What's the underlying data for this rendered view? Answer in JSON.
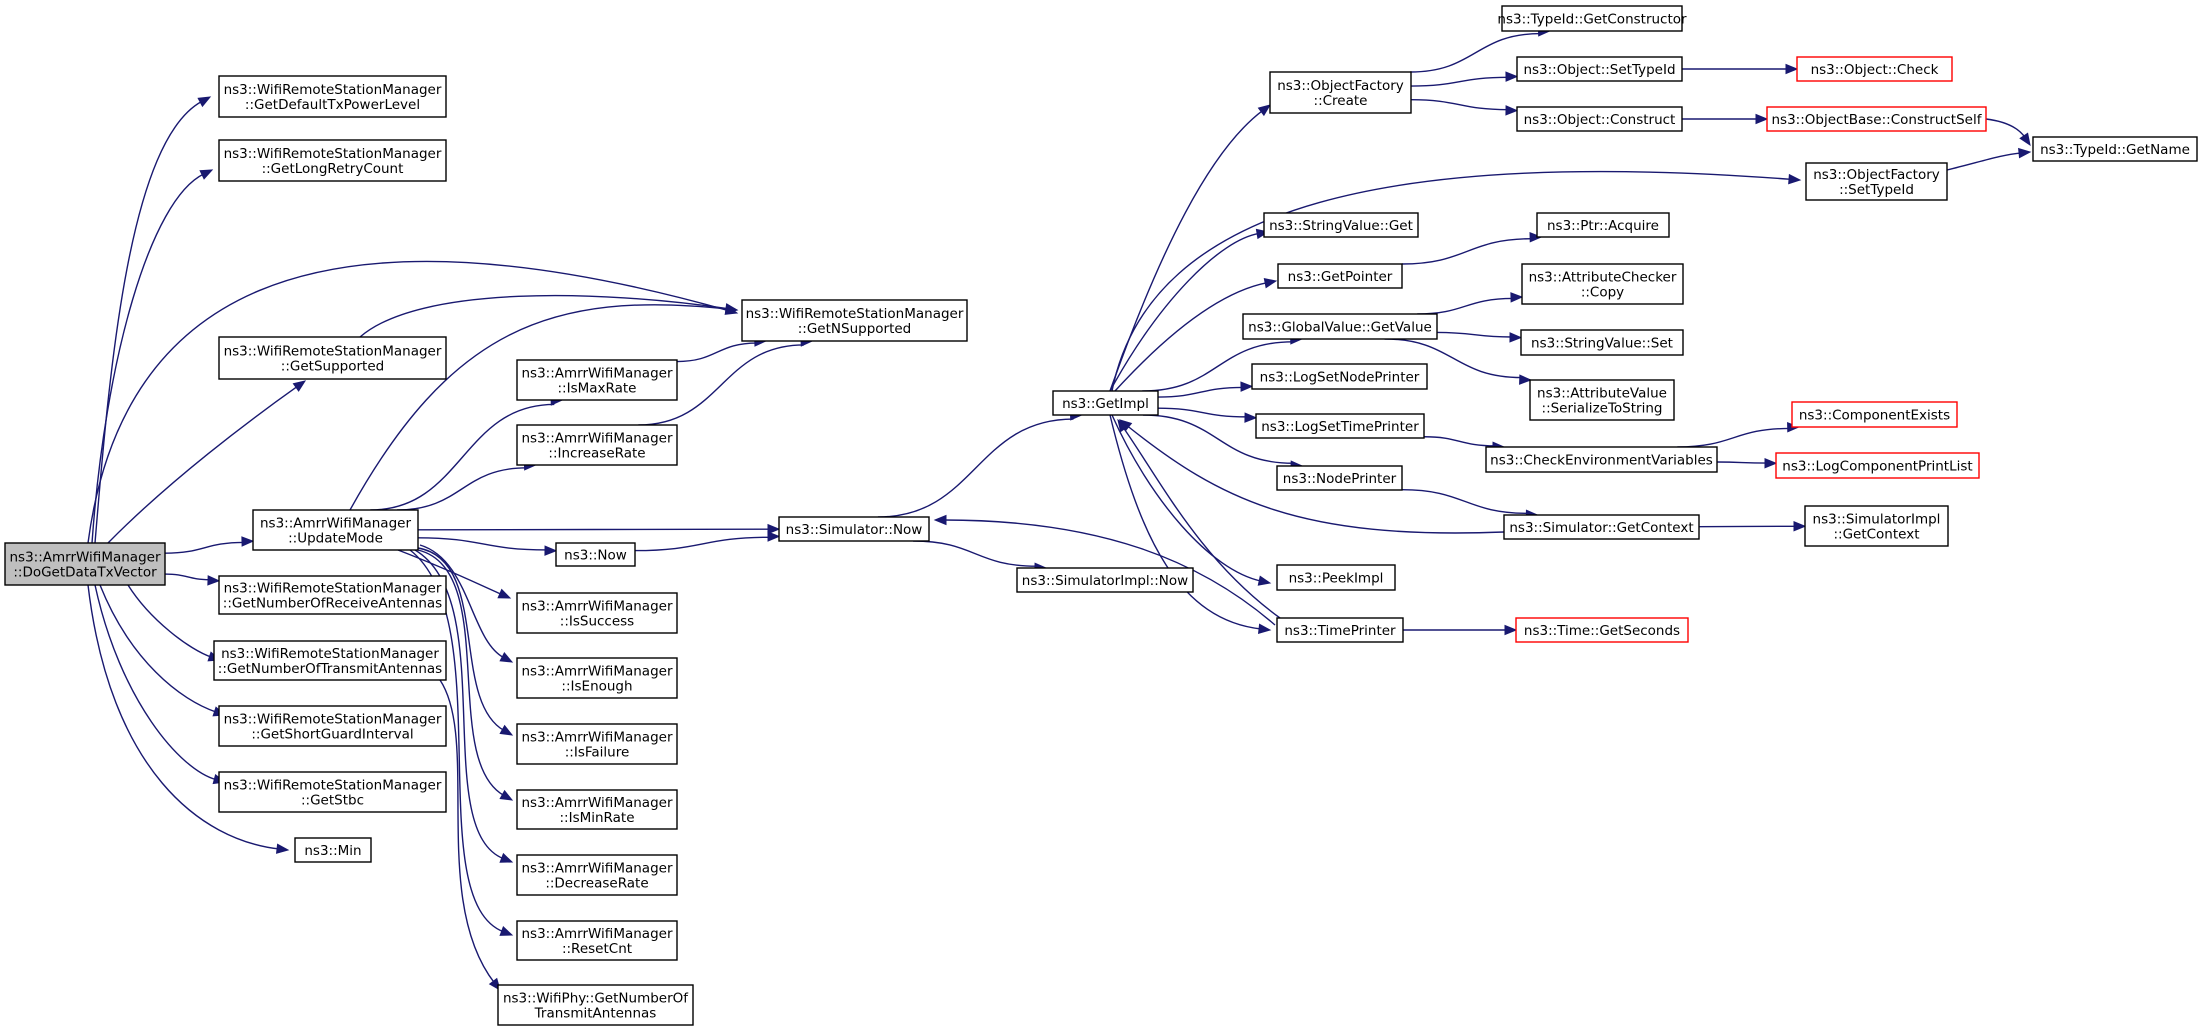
{
  "colors": {
    "edge": "#191970",
    "node_border": "#000000",
    "external_border": "#ff0000",
    "root_fill": "#bfbfbf",
    "node_fill": "#ffffff"
  },
  "nodes": [
    {
      "id": "root",
      "lines": [
        "ns3::AmrrWifiManager",
        "::DoGetDataTxVector"
      ],
      "kind": "root"
    },
    {
      "id": "getDefaultTxPowerLevel",
      "lines": [
        "ns3::WifiRemoteStationManager",
        "::GetDefaultTxPowerLevel"
      ],
      "kind": "normal"
    },
    {
      "id": "getLongRetryCount",
      "lines": [
        "ns3::WifiRemoteStationManager",
        "::GetLongRetryCount"
      ],
      "kind": "normal"
    },
    {
      "id": "getSupported",
      "lines": [
        "ns3::WifiRemoteStationManager",
        "::GetSupported"
      ],
      "kind": "normal"
    },
    {
      "id": "getNSupported",
      "lines": [
        "ns3::WifiRemoteStationManager",
        "::GetNSupported"
      ],
      "kind": "normal"
    },
    {
      "id": "updateMode",
      "lines": [
        "ns3::AmrrWifiManager",
        "::UpdateMode"
      ],
      "kind": "normal"
    },
    {
      "id": "isMaxRate",
      "lines": [
        "ns3::AmrrWifiManager",
        "::IsMaxRate"
      ],
      "kind": "normal"
    },
    {
      "id": "increaseRate",
      "lines": [
        "ns3::AmrrWifiManager",
        "::IncreaseRate"
      ],
      "kind": "normal"
    },
    {
      "id": "now",
      "lines": [
        "ns3::Now"
      ],
      "kind": "normal"
    },
    {
      "id": "simNow",
      "lines": [
        "ns3::Simulator::Now"
      ],
      "kind": "normal"
    },
    {
      "id": "simImplNow",
      "lines": [
        "ns3::SimulatorImpl::Now"
      ],
      "kind": "normal"
    },
    {
      "id": "getNumRx",
      "lines": [
        "ns3::WifiRemoteStationManager",
        "::GetNumberOfReceiveAntennas"
      ],
      "kind": "normal"
    },
    {
      "id": "getNumTx",
      "lines": [
        "ns3::WifiRemoteStationManager",
        "::GetNumberOfTransmitAntennas"
      ],
      "kind": "normal"
    },
    {
      "id": "getShortGI",
      "lines": [
        "ns3::WifiRemoteStationManager",
        "::GetShortGuardInterval"
      ],
      "kind": "normal"
    },
    {
      "id": "getStbc",
      "lines": [
        "ns3::WifiRemoteStationManager",
        "::GetStbc"
      ],
      "kind": "normal"
    },
    {
      "id": "min",
      "lines": [
        "ns3::Min"
      ],
      "kind": "normal"
    },
    {
      "id": "isSuccess",
      "lines": [
        "ns3::AmrrWifiManager",
        "::IsSuccess"
      ],
      "kind": "normal"
    },
    {
      "id": "isEnough",
      "lines": [
        "ns3::AmrrWifiManager",
        "::IsEnough"
      ],
      "kind": "normal"
    },
    {
      "id": "isFailure",
      "lines": [
        "ns3::AmrrWifiManager",
        "::IsFailure"
      ],
      "kind": "normal"
    },
    {
      "id": "isMinRate",
      "lines": [
        "ns3::AmrrWifiManager",
        "::IsMinRate"
      ],
      "kind": "normal"
    },
    {
      "id": "decreaseRate",
      "lines": [
        "ns3::AmrrWifiManager",
        "::DecreaseRate"
      ],
      "kind": "normal"
    },
    {
      "id": "resetCnt",
      "lines": [
        "ns3::AmrrWifiManager",
        "::ResetCnt"
      ],
      "kind": "normal"
    },
    {
      "id": "phyNumTx",
      "lines": [
        "ns3::WifiPhy::GetNumberOf",
        "TransmitAntennas"
      ],
      "kind": "normal"
    },
    {
      "id": "getImpl",
      "lines": [
        "ns3::GetImpl"
      ],
      "kind": "normal"
    },
    {
      "id": "ofCreate",
      "lines": [
        "ns3::ObjectFactory",
        "::Create"
      ],
      "kind": "normal"
    },
    {
      "id": "typeIdGetCtor",
      "lines": [
        "ns3::TypeId::GetConstructor"
      ],
      "kind": "normal"
    },
    {
      "id": "objSetTypeId",
      "lines": [
        "ns3::Object::SetTypeId"
      ],
      "kind": "normal"
    },
    {
      "id": "objCheck",
      "lines": [
        "ns3::Object::Check"
      ],
      "kind": "external"
    },
    {
      "id": "objConstruct",
      "lines": [
        "ns3::Object::Construct"
      ],
      "kind": "normal"
    },
    {
      "id": "objBaseConstructSelf",
      "lines": [
        "ns3::ObjectBase::ConstructSelf"
      ],
      "kind": "external"
    },
    {
      "id": "typeIdGetName",
      "lines": [
        "ns3::TypeId::GetName"
      ],
      "kind": "normal"
    },
    {
      "id": "ofSetTypeId",
      "lines": [
        "ns3::ObjectFactory",
        "::SetTypeId"
      ],
      "kind": "normal"
    },
    {
      "id": "stringValueGet",
      "lines": [
        "ns3::StringValue::Get"
      ],
      "kind": "normal"
    },
    {
      "id": "ptrAcquire",
      "lines": [
        "ns3::Ptr::Acquire"
      ],
      "kind": "normal"
    },
    {
      "id": "getPointer",
      "lines": [
        "ns3::GetPointer"
      ],
      "kind": "normal"
    },
    {
      "id": "attrCheckerCopy",
      "lines": [
        "ns3::AttributeChecker",
        "::Copy"
      ],
      "kind": "normal"
    },
    {
      "id": "globalValueGetValue",
      "lines": [
        "ns3::GlobalValue::GetValue"
      ],
      "kind": "normal"
    },
    {
      "id": "stringValueSet",
      "lines": [
        "ns3::StringValue::Set"
      ],
      "kind": "normal"
    },
    {
      "id": "logSetNodePrinter",
      "lines": [
        "ns3::LogSetNodePrinter"
      ],
      "kind": "normal"
    },
    {
      "id": "attrValueSerialize",
      "lines": [
        "ns3::AttributeValue",
        "::SerializeToString"
      ],
      "kind": "normal"
    },
    {
      "id": "logSetTimePrinter",
      "lines": [
        "ns3::LogSetTimePrinter"
      ],
      "kind": "normal"
    },
    {
      "id": "componentExists",
      "lines": [
        "ns3::ComponentExists"
      ],
      "kind": "external"
    },
    {
      "id": "checkEnvVars",
      "lines": [
        "ns3::CheckEnvironmentVariables"
      ],
      "kind": "normal"
    },
    {
      "id": "logComponentPrintList",
      "lines": [
        "ns3::LogComponentPrintList"
      ],
      "kind": "external"
    },
    {
      "id": "nodePrinter",
      "lines": [
        "ns3::NodePrinter"
      ],
      "kind": "normal"
    },
    {
      "id": "simGetContext",
      "lines": [
        "ns3::Simulator::GetContext"
      ],
      "kind": "normal"
    },
    {
      "id": "simImplGetContext",
      "lines": [
        "ns3::SimulatorImpl",
        "::GetContext"
      ],
      "kind": "normal"
    },
    {
      "id": "peekImpl",
      "lines": [
        "ns3::PeekImpl"
      ],
      "kind": "normal"
    },
    {
      "id": "timePrinter",
      "lines": [
        "ns3::TimePrinter"
      ],
      "kind": "normal"
    },
    {
      "id": "timeGetSeconds",
      "lines": [
        "ns3::Time::GetSeconds"
      ],
      "kind": "external"
    }
  ],
  "edges": [
    [
      "root",
      "getDefaultTxPowerLevel"
    ],
    [
      "root",
      "getLongRetryCount"
    ],
    [
      "root",
      "getNSupported"
    ],
    [
      "root",
      "getSupported"
    ],
    [
      "root",
      "updateMode"
    ],
    [
      "root",
      "getNumRx"
    ],
    [
      "root",
      "getNumTx"
    ],
    [
      "root",
      "getShortGI"
    ],
    [
      "root",
      "getStbc"
    ],
    [
      "root",
      "min"
    ],
    [
      "getSupported",
      "getNSupported"
    ],
    [
      "updateMode",
      "getNSupported"
    ],
    [
      "updateMode",
      "isMaxRate"
    ],
    [
      "updateMode",
      "increaseRate"
    ],
    [
      "updateMode",
      "now"
    ],
    [
      "updateMode",
      "simNow"
    ],
    [
      "updateMode",
      "isSuccess"
    ],
    [
      "updateMode",
      "isEnough"
    ],
    [
      "updateMode",
      "isFailure"
    ],
    [
      "updateMode",
      "isMinRate"
    ],
    [
      "updateMode",
      "decreaseRate"
    ],
    [
      "updateMode",
      "resetCnt"
    ],
    [
      "isMaxRate",
      "getNSupported"
    ],
    [
      "increaseRate",
      "getNSupported"
    ],
    [
      "now",
      "simNow"
    ],
    [
      "getNumTx",
      "phyNumTx"
    ],
    [
      "simNow",
      "getImpl"
    ],
    [
      "simNow",
      "simImplNow"
    ],
    [
      "getImpl",
      "ofCreate"
    ],
    [
      "getImpl",
      "ofSetTypeId"
    ],
    [
      "getImpl",
      "stringValueGet"
    ],
    [
      "getImpl",
      "getPointer"
    ],
    [
      "getImpl",
      "globalValueGetValue"
    ],
    [
      "getImpl",
      "logSetNodePrinter"
    ],
    [
      "getImpl",
      "logSetTimePrinter"
    ],
    [
      "getImpl",
      "nodePrinter"
    ],
    [
      "getImpl",
      "peekImpl"
    ],
    [
      "getImpl",
      "timePrinter"
    ],
    [
      "ofCreate",
      "typeIdGetCtor"
    ],
    [
      "ofCreate",
      "objSetTypeId"
    ],
    [
      "ofCreate",
      "objConstruct"
    ],
    [
      "objSetTypeId",
      "objCheck"
    ],
    [
      "objConstruct",
      "objBaseConstructSelf"
    ],
    [
      "objBaseConstructSelf",
      "typeIdGetName"
    ],
    [
      "ofSetTypeId",
      "typeIdGetName"
    ],
    [
      "getPointer",
      "ptrAcquire"
    ],
    [
      "globalValueGetValue",
      "attrCheckerCopy"
    ],
    [
      "globalValueGetValue",
      "stringValueSet"
    ],
    [
      "globalValueGetValue",
      "attrValueSerialize"
    ],
    [
      "logSetTimePrinter",
      "checkEnvVars"
    ],
    [
      "checkEnvVars",
      "componentExists"
    ],
    [
      "checkEnvVars",
      "logComponentPrintList"
    ],
    [
      "nodePrinter",
      "simGetContext"
    ],
    [
      "simGetContext",
      "getImpl"
    ],
    [
      "simGetContext",
      "simImplGetContext"
    ],
    [
      "timePrinter",
      "simNow"
    ],
    [
      "timePrinter",
      "getImpl"
    ],
    [
      "timePrinter",
      "timeGetSeconds"
    ]
  ]
}
